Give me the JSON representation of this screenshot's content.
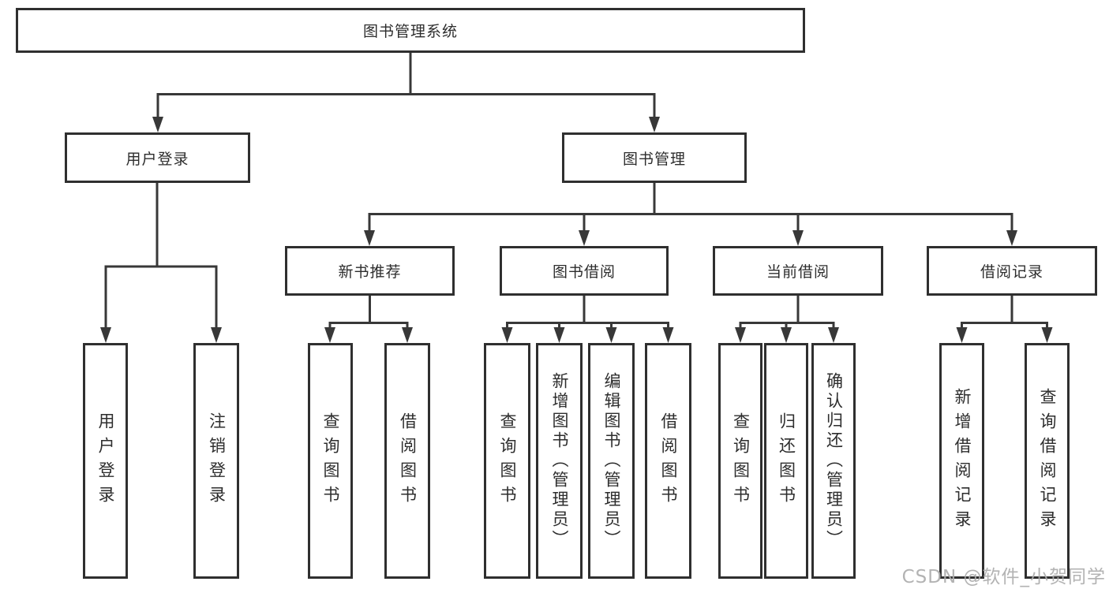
{
  "tree": {
    "root": {
      "label": "图书管理系统"
    },
    "branches": [
      {
        "label": "用户登录",
        "children": [
          {
            "label": "用户登录"
          },
          {
            "label": "注销登录"
          }
        ]
      },
      {
        "label": "图书管理",
        "children": [
          {
            "label": "新书推荐",
            "children": [
              {
                "label": "查询图书"
              },
              {
                "label": "借阅图书"
              }
            ]
          },
          {
            "label": "图书借阅",
            "children": [
              {
                "label": "查询图书"
              },
              {
                "label": "新增图书（管理员）"
              },
              {
                "label": "编辑图书（管理员）"
              },
              {
                "label": "借阅图书"
              }
            ]
          },
          {
            "label": "当前借阅",
            "children": [
              {
                "label": "查询图书"
              },
              {
                "label": "归还图书"
              },
              {
                "label": "确认归还（管理员）"
              }
            ]
          },
          {
            "label": "借阅记录",
            "children": [
              {
                "label": "新增借阅记录"
              },
              {
                "label": "查询借阅记录"
              }
            ]
          }
        ]
      }
    ]
  },
  "watermark": {
    "text": "CSDN @软件_小贺同学"
  },
  "colors": {
    "line": "#383838",
    "box_border": "#2f2f2f",
    "text": "#2d2d2d",
    "watermark": "#adadad",
    "background": "#ffffff"
  }
}
